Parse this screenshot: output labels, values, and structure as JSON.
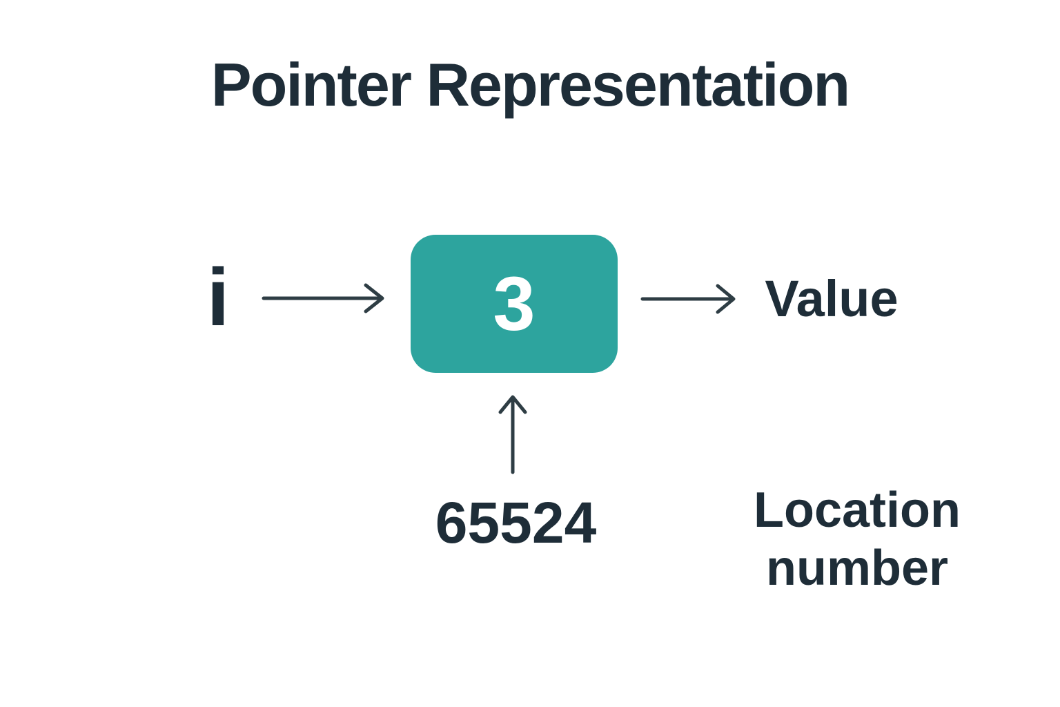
{
  "title": "Pointer Representation",
  "diagram": {
    "pointer_name": "i",
    "pointed_value": "3",
    "value_label": "Value",
    "location_number": "65524",
    "location_label_line1": "Location",
    "location_label_line2": "number"
  },
  "icons": {
    "pointer_to_box": "arrow-right-icon",
    "box_to_value": "arrow-right-icon",
    "location_to_box": "arrow-up-icon"
  },
  "colors": {
    "background": "#ffffff",
    "text": "#1e2d38",
    "arrow": "#2e3d44",
    "box_fill": "#2da49e",
    "box_text": "#ffffff"
  }
}
